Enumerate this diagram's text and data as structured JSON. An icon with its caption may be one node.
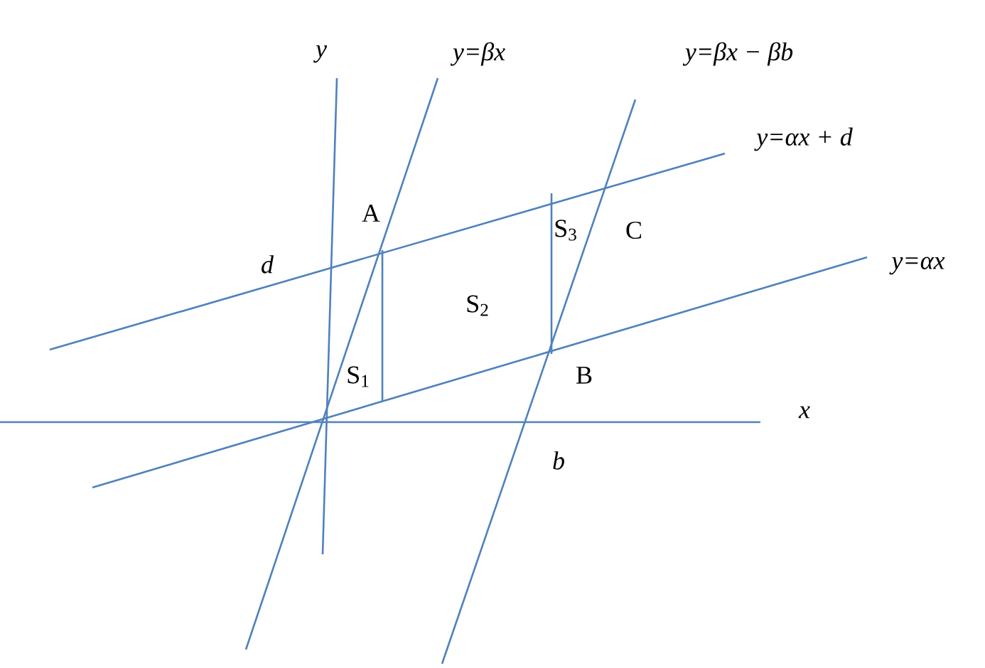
{
  "diagram": {
    "labels": [
      "*y*",
      "y=βx",
      "y=βx − βb",
      "y=αx + d",
      "A",
      "S$_{3}$",
      "C",
      "*d*",
      "y=αx",
      "S$_{2}$",
      "S$_{1}$",
      "B",
      "*x*",
      "*b*"
    ]
  }
}
